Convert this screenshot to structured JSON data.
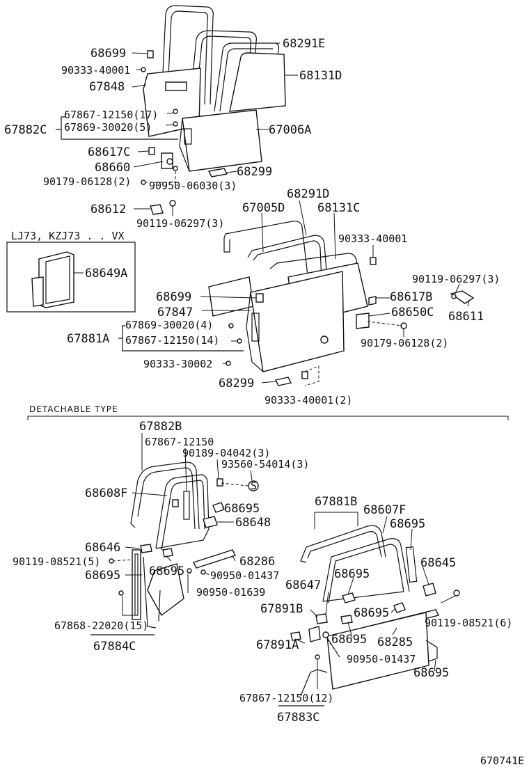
{
  "diagram": {
    "sheet_code": "670741E",
    "sections": {
      "detachable_caption": "DETACHABLE TYPE",
      "inset_caption": "LJ73, KZJ73 . . VX"
    },
    "labels": {
      "p68699_a": "68699",
      "p90333_40001_a": "90333-40001",
      "p67848": "67848",
      "p67867_12150_17": "67867-12150(17)",
      "p67882C": "67882C",
      "p67869_30020_5": "67869-30020(5)",
      "p68617C": "68617C",
      "p68660": "68660",
      "p90179_06128_2_a": "90179-06128(2)",
      "p90950_06030_3": "90950-06030(3)",
      "p68291E": "68291E",
      "p68131D": "68131D",
      "p67006A": "67006A",
      "p68299_a": "68299",
      "p68612": "68612",
      "p90119_06297_3_a": "90119-06297(3)",
      "p68291D": "68291D",
      "p67005D": "67005D",
      "p68131C": "68131C",
      "p90333_40001_b": "90333-40001",
      "p68649A": "68649A",
      "p90119_06297_3_b": "90119-06297(3)",
      "p68699_b": "68699",
      "p67847": "67847",
      "p68617B": "68617B",
      "p68650C": "68650C",
      "p68611": "68611",
      "p67869_30020_4": "67869-30020(4)",
      "p67881A": "67881A",
      "p67867_12150_14": "67867-12150(14)",
      "p90179_06128_2_b": "90179-06128(2)",
      "p90333_30002": "90333-30002",
      "p68299_b": "68299",
      "p90333_40001_2": "90333-40001(2)",
      "p67882B": "67882B",
      "p67867_12150": "67867-12150",
      "p90189_04042_3": "90189-04042(3)",
      "p93560_54014_3": "93560-54014(3)",
      "p68608F": "68608F",
      "p68695_a": "68695",
      "p68648": "68648",
      "p68646": "68646",
      "p90119_08521_5": "90119-08521(5)",
      "p68695_b": "68695",
      "p68695_c": "68695",
      "p68286": "68286",
      "p90950_01437_a": "90950-01437",
      "p90950_01639": "90950-01639",
      "p67868_22020_15": "67868-22020(15)",
      "p67884C": "67884C",
      "p67881B": "67881B",
      "p68607F": "68607F",
      "p68695_d": "68695",
      "p68645": "68645",
      "p68647": "68647",
      "p68695_e": "68695",
      "p67891B": "67891B",
      "p68695_f": "68695",
      "p90119_08521_6": "90119-08521(6)",
      "p68695_g": "68695",
      "p68285": "68285",
      "p67891A": "67891A",
      "p90950_01437_b": "90950-01437",
      "p68695_h": "68695",
      "p67867_12150_12": "67867-12150(12)",
      "p67883C": "67883C"
    }
  }
}
